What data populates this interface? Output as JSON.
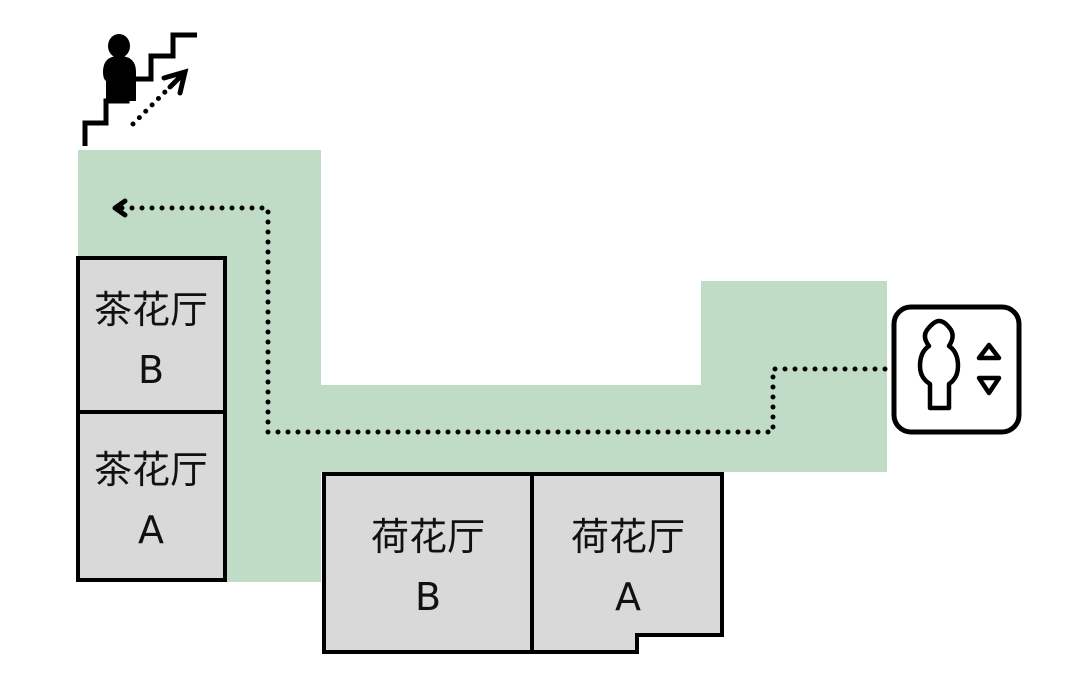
{
  "map": {
    "corridor_color": "#c0dcc6",
    "room_fill": "#d9d9d9",
    "wall_color": "#000000",
    "rooms": [
      {
        "id": "tea-b",
        "name": "茶花厅",
        "letter": "B"
      },
      {
        "id": "tea-a",
        "name": "茶花厅",
        "letter": "A"
      },
      {
        "id": "lotus-b",
        "name": "荷花厅",
        "letter": "B"
      },
      {
        "id": "lotus-a",
        "name": "荷花厅",
        "letter": "A"
      }
    ],
    "icons": {
      "stairs": "stairs-up-icon",
      "elevator": "elevator-icon"
    },
    "route": "elevator-to-stairs"
  }
}
